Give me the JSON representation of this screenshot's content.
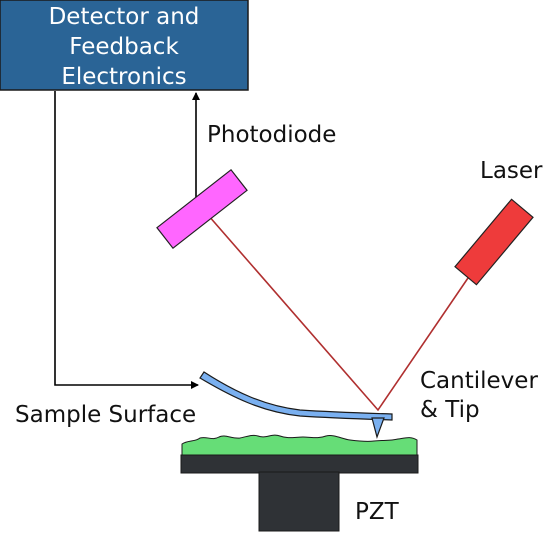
{
  "diagram": {
    "detector_box": {
      "lines": [
        "Detector and",
        "Feedback",
        "Electronics"
      ],
      "fill": "#2a6496"
    },
    "labels": {
      "photodiode": "Photodiode",
      "laser": "Laser",
      "cantilever_line1": "Cantilever",
      "cantilever_line2": "& Tip",
      "sample_surface": "Sample Surface",
      "pzt": "PZT"
    },
    "colors": {
      "photodiode": "#ff66ff",
      "laser": "#ee3b3b",
      "laser_beam": "#b03030",
      "cantilever": "#7ab0f0",
      "sample": "#66dd77",
      "stage": "#2f3236",
      "arrow": "#000000"
    }
  }
}
